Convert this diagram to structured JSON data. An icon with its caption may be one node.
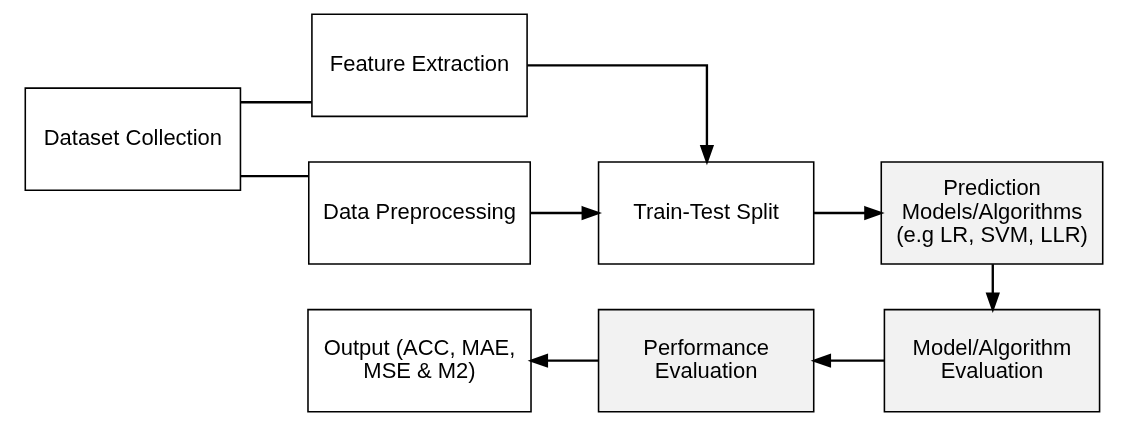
{
  "diagram": {
    "nodes": [
      {
        "text": [
          "Dataset Collection"
        ]
      },
      {
        "text": [
          "Feature Extraction"
        ]
      },
      {
        "text": [
          "Data Preprocessing"
        ]
      },
      {
        "text": [
          "Train-Test Split"
        ]
      },
      {
        "text": [
          "Prediction Models/Algorithms (e.g LR, SVM, LLR)"
        ]
      },
      {
        "text": [
          "Model/Algorithm Evaluation"
        ]
      },
      {
        "text": [
          "Performance Evaluation"
        ]
      },
      {
        "text": [
          "Output (ACC, MAE, MSE & M2)"
        ]
      }
    ],
    "edges": [
      {
        "from": 0,
        "to": 1,
        "arrow": "none"
      },
      {
        "from": 0,
        "to": 2,
        "arrow": "none"
      },
      {
        "from": 1,
        "to": 3,
        "arrow": "to"
      },
      {
        "from": 2,
        "to": 3,
        "arrow": "to"
      },
      {
        "from": 3,
        "to": 4,
        "arrow": "to"
      },
      {
        "from": 4,
        "to": 5,
        "arrow": "to"
      },
      {
        "from": 5,
        "to": 6,
        "arrow": "to"
      },
      {
        "from": 6,
        "to": 7,
        "arrow": "to"
      }
    ]
  }
}
